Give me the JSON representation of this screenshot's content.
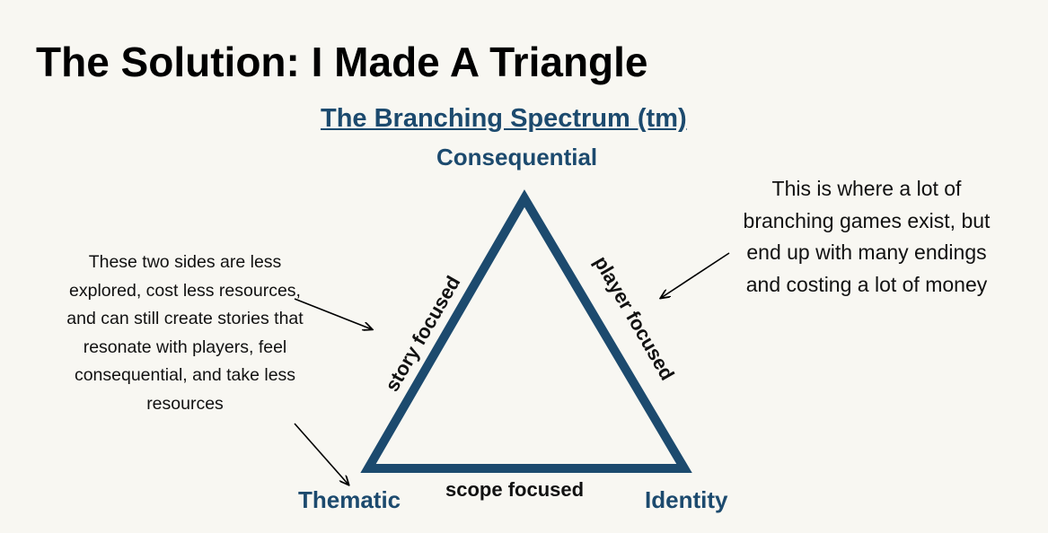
{
  "slide": {
    "title": "The Solution: I Made A Triangle",
    "subtitle": "The Branching Spectrum (tm)"
  },
  "triangle": {
    "vertices": {
      "top": "Consequential",
      "bottom_left": "Thematic",
      "bottom_right": "Identity"
    },
    "sides": {
      "left": "story focused",
      "right": "player focused",
      "bottom": "scope focused"
    },
    "stroke_color": "#1c4a6e"
  },
  "notes": {
    "left": "These two sides are less explored, cost less resources, and can still create stories that resonate with players, feel consequential, and take less resources",
    "right": "This is where a lot of branching games exist, but end up with many endings and costing a lot of money"
  }
}
